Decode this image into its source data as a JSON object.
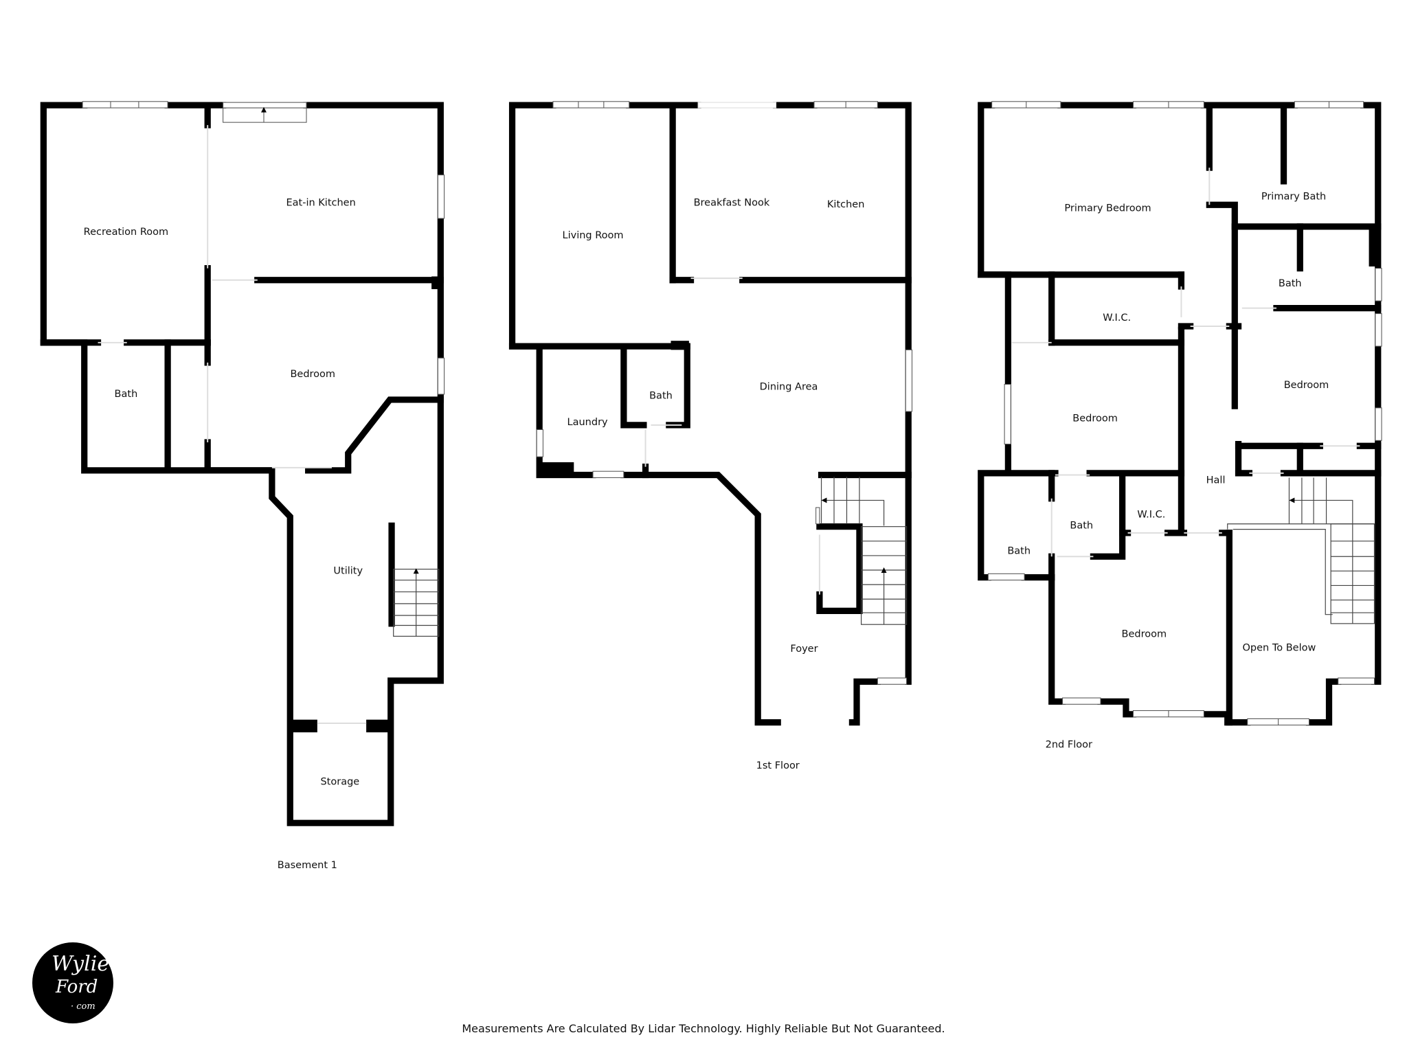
{
  "floors": {
    "basement": {
      "label": "Basement 1",
      "rooms": {
        "recreation_room": "Recreation Room",
        "eat_in_kitchen": "Eat-in Kitchen",
        "bath": "Bath",
        "bedroom": "Bedroom",
        "utility": "Utility",
        "storage": "Storage"
      }
    },
    "first": {
      "label": "1st Floor",
      "rooms": {
        "living_room": "Living Room",
        "breakfast_nook": "Breakfast Nook",
        "kitchen": "Kitchen",
        "dining_area": "Dining Area",
        "laundry": "Laundry",
        "bath": "Bath",
        "foyer": "Foyer"
      }
    },
    "second": {
      "label": "2nd Floor",
      "rooms": {
        "primary_bedroom": "Primary Bedroom",
        "primary_bath": "Primary Bath",
        "bath_upper": "Bath",
        "wic_upper": "W.I.C.",
        "bedroom_left": "Bedroom",
        "bedroom_right": "Bedroom",
        "hall": "Hall",
        "bath_mid": "Bath",
        "wic_lower": "W.I.C.",
        "bath_lower_left": "Bath",
        "bedroom_lower": "Bedroom",
        "open_to_below": "Open To Below"
      }
    }
  },
  "footer": {
    "disclaimer": "Measurements Are Calculated By Lidar Technology. Highly Reliable But Not Guaranteed."
  },
  "logo": {
    "line1": "Wylie",
    "line2": "Ford",
    "line3": "· com"
  },
  "colors": {
    "wall": "#000000",
    "background": "#ffffff"
  }
}
